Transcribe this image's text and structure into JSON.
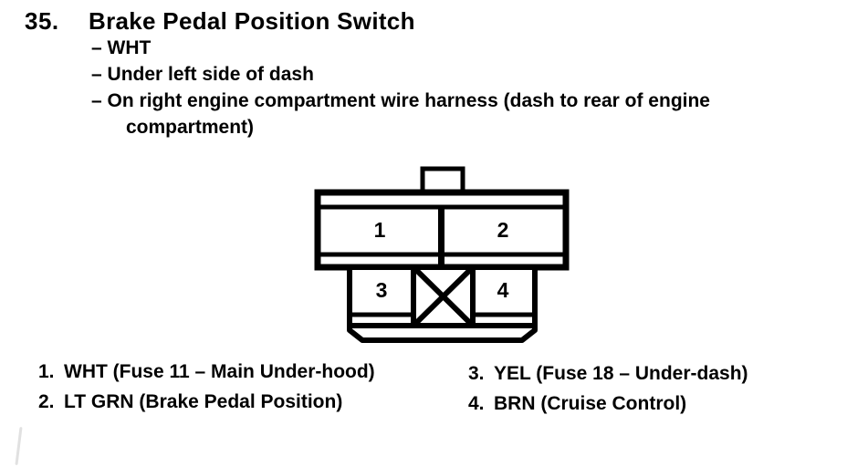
{
  "page": {
    "ink_color": "#000000",
    "background_color": "#ffffff"
  },
  "heading": {
    "number": "35.",
    "title": "Brake Pedal Position Switch"
  },
  "details": {
    "marker": "–",
    "items": [
      "WHT",
      "Under left side of dash",
      "On right engine compartment wire harness (dash to rear of engine compartment)"
    ]
  },
  "connector": {
    "pins": [
      {
        "label": "1"
      },
      {
        "label": "2"
      },
      {
        "label": "3"
      },
      {
        "label": "4"
      }
    ]
  },
  "legend": {
    "left": [
      {
        "num": "1.",
        "text": "WHT (Fuse 11 – Main Under-hood)"
      },
      {
        "num": "2.",
        "text": "LT GRN (Brake Pedal Position)"
      }
    ],
    "right": [
      {
        "num": "3.",
        "text": "YEL (Fuse 18 – Under-dash)"
      },
      {
        "num": "4.",
        "text": "BRN (Cruise Control)"
      }
    ]
  }
}
